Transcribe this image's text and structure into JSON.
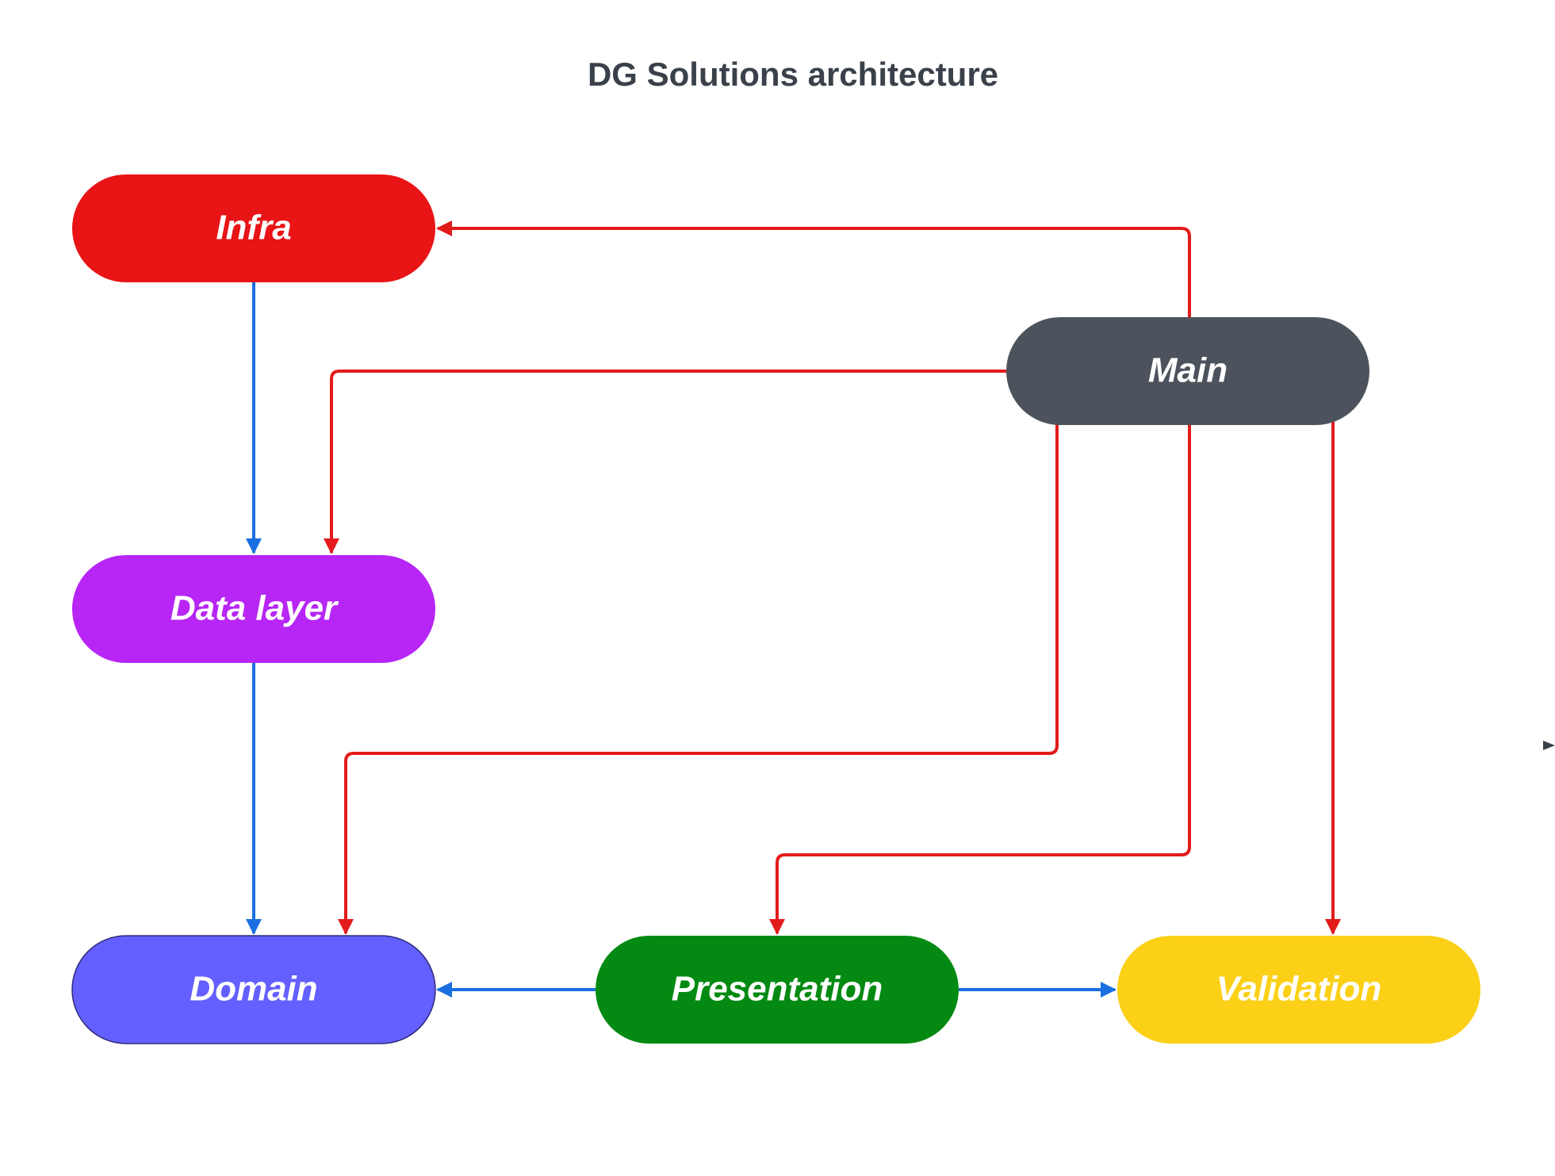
{
  "title": "DG Solutions architecture",
  "colors": {
    "dependency": "#e31b1b",
    "flow": "#1a6fe0",
    "title": "#3a414a"
  },
  "nodes": [
    {
      "id": "infra",
      "label": "Infra",
      "fill": "#e81416"
    },
    {
      "id": "main",
      "label": "Main",
      "fill": "#4d535c"
    },
    {
      "id": "data-layer",
      "label": "Data layer",
      "fill": "#b726f5"
    },
    {
      "id": "domain",
      "label": "Domain",
      "fill": "#645fff"
    },
    {
      "id": "presentation",
      "label": "Presentation",
      "fill": "#048a12"
    },
    {
      "id": "validation",
      "label": "Validation",
      "fill": "#fbd017"
    }
  ],
  "edges": [
    {
      "from": "main",
      "to": "infra",
      "kind": "dependency"
    },
    {
      "from": "main",
      "to": "data-layer",
      "kind": "dependency"
    },
    {
      "from": "main",
      "to": "domain",
      "kind": "dependency"
    },
    {
      "from": "main",
      "to": "presentation",
      "kind": "dependency"
    },
    {
      "from": "main",
      "to": "validation",
      "kind": "dependency"
    },
    {
      "from": "infra",
      "to": "data-layer",
      "kind": "flow"
    },
    {
      "from": "data-layer",
      "to": "domain",
      "kind": "flow"
    },
    {
      "from": "presentation",
      "to": "domain",
      "kind": "flow"
    },
    {
      "from": "presentation",
      "to": "validation",
      "kind": "flow"
    }
  ]
}
